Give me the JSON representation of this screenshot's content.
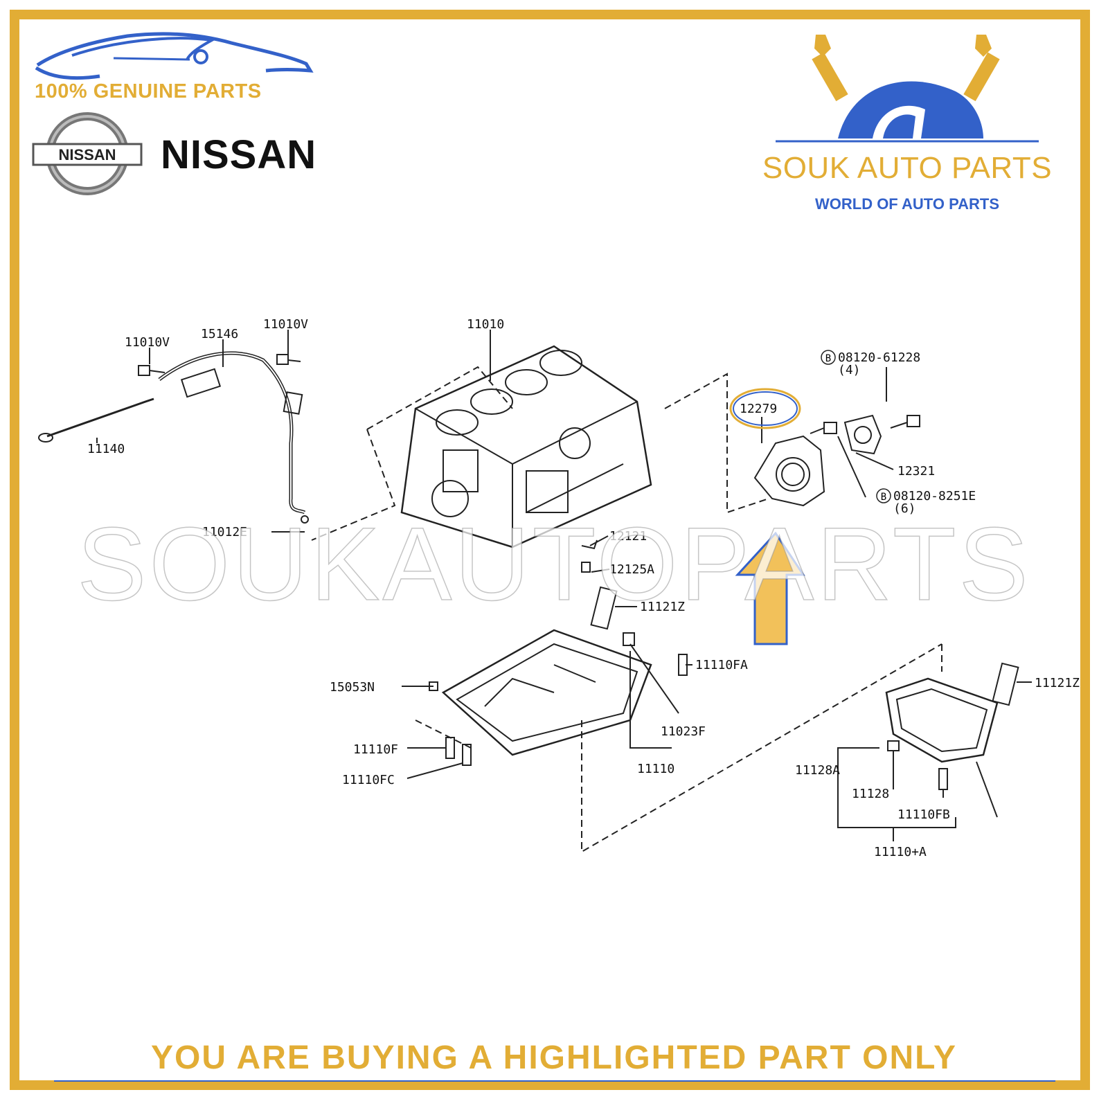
{
  "header": {
    "genuine_label": "100% GENUINE PARTS",
    "brand_name": "NISSAN",
    "logo_badge_text": "NISSAN",
    "store_name": "SOUK AUTO PARTS",
    "store_tagline": "WORLD OF AUTO PARTS"
  },
  "watermark": "SOUKAUTOPARTS",
  "diagram": {
    "labels": {
      "p11010v_a": "11010V",
      "p15146": "15146",
      "p11010v_b": "11010V",
      "p11010": "11010",
      "p08120_61228": "08120-61228",
      "p08120_61228_qty": "(4)",
      "p12279": "12279",
      "p11140": "11140",
      "p12321": "12321",
      "p08120_8251e": "08120-8251E",
      "p08120_8251e_qty": "(6)",
      "p11012e": "11012E",
      "p12121": "12121",
      "p12125a": "12125A",
      "p11121z_a": "11121Z",
      "p11110fa": "11110FA",
      "p15053n": "15053N",
      "p11121z_b": "11121Z",
      "p11023f": "11023F",
      "p11110f": "11110F",
      "p11110": "11110",
      "p11110fc": "11110FC",
      "p11128a": "11128A",
      "p11128": "11128",
      "p11110fb": "11110FB",
      "p11110a": "11110+A"
    },
    "highlighted_part": "12279",
    "bolt_marker": "B"
  },
  "footer": {
    "notice": "YOU ARE BUYING A HIGHLIGHTED PART ONLY"
  },
  "colors": {
    "frame": "#e2ad35",
    "accent_blue": "#3361c9",
    "arrow_fill": "#f2c15a"
  }
}
